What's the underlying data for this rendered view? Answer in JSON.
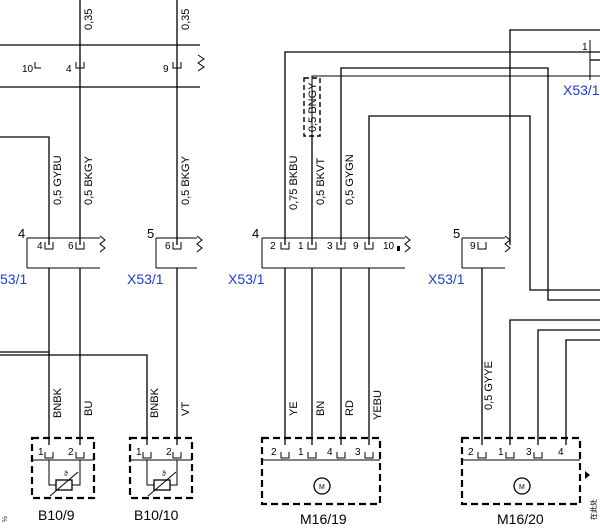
{
  "top_wires": [
    {
      "id": "t1",
      "label": "0,35"
    },
    {
      "id": "t2",
      "label": "0,35"
    }
  ],
  "connector_pins_top": [
    {
      "id": "p10",
      "text": "10"
    },
    {
      "id": "p4a",
      "text": "4"
    },
    {
      "id": "p9a",
      "text": "9"
    },
    {
      "id": "p1r",
      "text": "1"
    }
  ],
  "wire_labels": [
    {
      "id": "w_gybu",
      "text": "0,5 GYBU"
    },
    {
      "id": "w_bkgy1",
      "text": "0,5 BKGY"
    },
    {
      "id": "w_bkgy2",
      "text": "0,5 BKGY"
    },
    {
      "id": "w_bkbu",
      "text": "0,75 BKBU"
    },
    {
      "id": "w_bkvt",
      "text": "0,5 BKVT"
    },
    {
      "id": "w_bngy",
      "text": "0,5 BNGY"
    },
    {
      "id": "w_gygn",
      "text": "0,5 GYGN"
    },
    {
      "id": "w_gyye",
      "text": "0,5 GYYE"
    }
  ],
  "connector_refs": [
    {
      "id": "c1",
      "text": "53/1"
    },
    {
      "id": "c2",
      "text": "X53/1"
    },
    {
      "id": "c3",
      "text": "X53/1"
    },
    {
      "id": "c4",
      "text": "X53/1"
    },
    {
      "id": "c5",
      "text": "X53/1"
    }
  ],
  "connector_numbers": [
    {
      "id": "n4a",
      "text": "4"
    },
    {
      "id": "n5a",
      "text": "5"
    },
    {
      "id": "n4b",
      "text": "4"
    },
    {
      "id": "n5b",
      "text": "5"
    }
  ],
  "x53_pins": [
    {
      "id": "q4",
      "text": "4"
    },
    {
      "id": "q6a",
      "text": "6"
    },
    {
      "id": "q6b",
      "text": "6"
    },
    {
      "id": "q2",
      "text": "2"
    },
    {
      "id": "q1",
      "text": "1"
    },
    {
      "id": "q3",
      "text": "3"
    },
    {
      "id": "q9a",
      "text": "9"
    },
    {
      "id": "q10",
      "text": "10"
    },
    {
      "id": "q9b",
      "text": "9"
    }
  ],
  "color_codes": [
    {
      "id": "k_bnbk1",
      "text": "BNBK"
    },
    {
      "id": "k_bu",
      "text": "BU"
    },
    {
      "id": "k_bnbk2",
      "text": "BNBK"
    },
    {
      "id": "k_vt",
      "text": "VT"
    },
    {
      "id": "k_ye",
      "text": "YE"
    },
    {
      "id": "k_bn",
      "text": "BN"
    },
    {
      "id": "k_rd",
      "text": "RD"
    },
    {
      "id": "k_yebu",
      "text": "YEBU"
    }
  ],
  "component_pins": [
    {
      "id": "b9_1",
      "text": "1"
    },
    {
      "id": "b9_2",
      "text": "2"
    },
    {
      "id": "b10_1",
      "text": "1"
    },
    {
      "id": "b10_2",
      "text": "2"
    },
    {
      "id": "m19_2",
      "text": "2"
    },
    {
      "id": "m19_1",
      "text": "1"
    },
    {
      "id": "m19_4",
      "text": "4"
    },
    {
      "id": "m19_3",
      "text": "3"
    },
    {
      "id": "m20_2",
      "text": "2"
    },
    {
      "id": "m20_1",
      "text": "1"
    },
    {
      "id": "m20_3",
      "text": "3"
    },
    {
      "id": "m20_4",
      "text": "4"
    }
  ],
  "components": [
    {
      "id": "b109",
      "text": "B10/9"
    },
    {
      "id": "b1010",
      "text": "B10/10"
    },
    {
      "id": "m1619",
      "text": "M16/19"
    },
    {
      "id": "m1620",
      "text": "M16/20"
    }
  ],
  "symbols": {
    "theta": "ϑ",
    "motor": "M"
  },
  "edge_marks": {
    "left": "½",
    "right": "在此处"
  }
}
